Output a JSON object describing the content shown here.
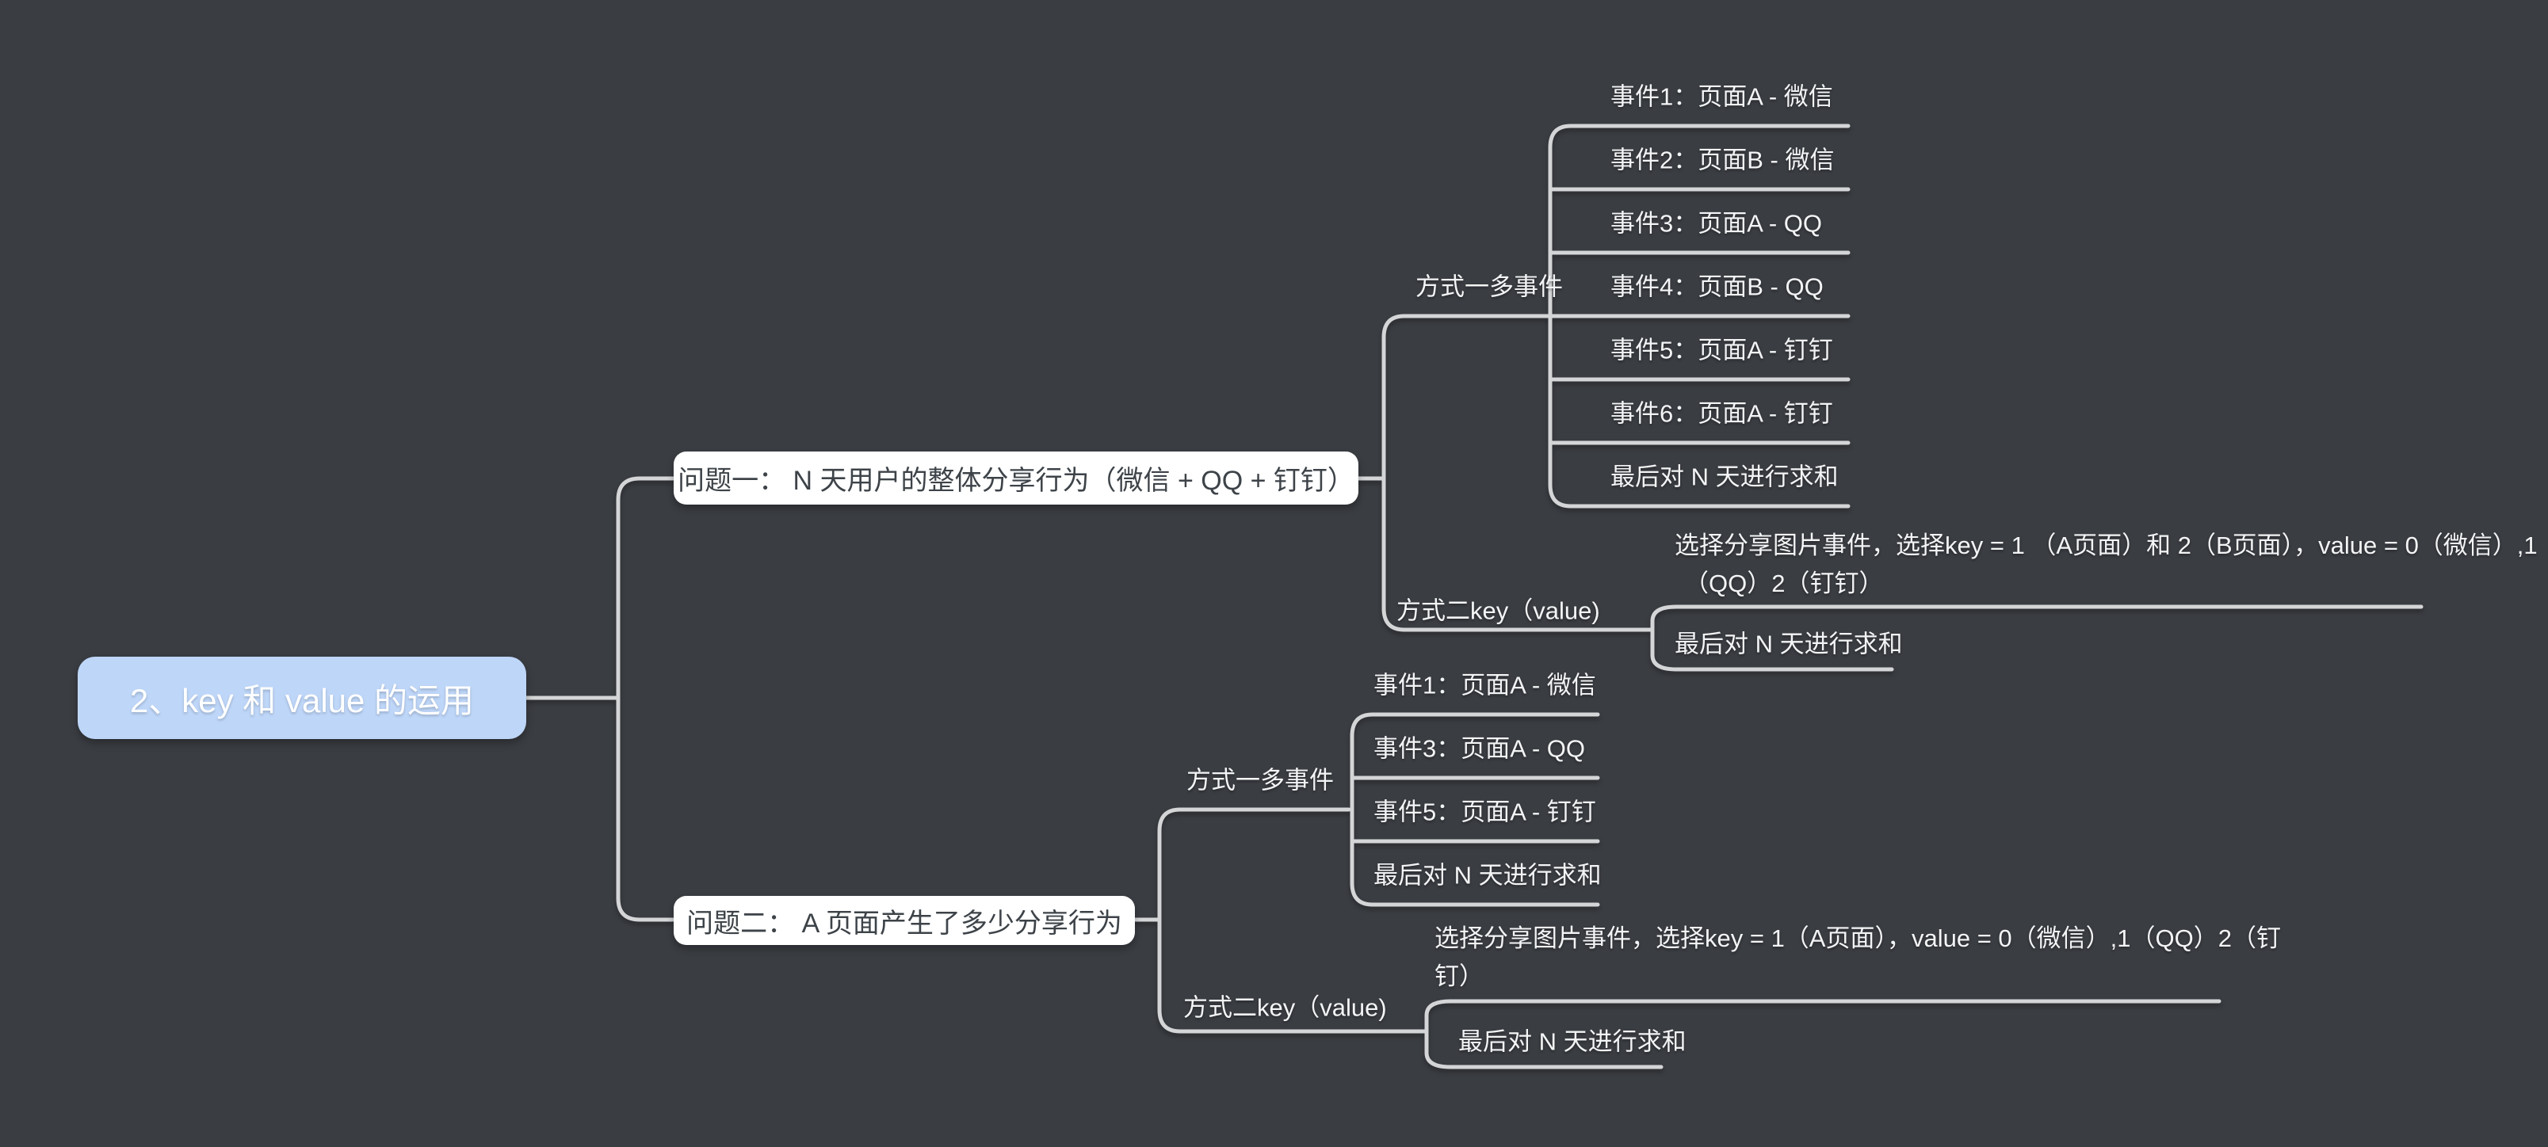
{
  "canvas": {
    "background": "#3a3d42",
    "connector_color": "#d4d5d6",
    "root_fill": "#bed6f8",
    "root_text_color": "#ffffff",
    "box_fill": "#ffffff",
    "box_text_color": "#3d4348",
    "node_text_color": "#f3f4f5"
  },
  "root": {
    "label": "2、key 和 value 的运用"
  },
  "problem1": {
    "label": "问题一： N 天用户的整体分享行为（微信 + QQ + 钉钉）",
    "method1": {
      "label": "方式一多事件",
      "events": [
        "事件1：页面A - 微信",
        "事件2：页面B - 微信",
        "事件3：页面A - QQ",
        "事件4：页面B - QQ",
        "事件5：页面A - 钉钉",
        "事件6：页面A - 钉钉",
        "最后对 N 天进行求和"
      ]
    },
    "method2": {
      "label": "方式二key（value)",
      "note_line1": "选择分享图片事件，选择key = 1 （A页面）和 2（B页面），value = 0（微信）,1",
      "note_line2": "（QQ）2（钉钉）",
      "sum": "最后对 N 天进行求和"
    }
  },
  "problem2": {
    "label": "问题二： A 页面产生了多少分享行为",
    "method1": {
      "label": "方式一多事件",
      "events": [
        "事件1：页面A - 微信",
        "事件3：页面A - QQ",
        "事件5：页面A - 钉钉",
        "最后对 N 天进行求和"
      ]
    },
    "method2": {
      "label": "方式二key（value)",
      "note_line1": "选择分享图片事件，选择key = 1（A页面），value = 0（微信）,1（QQ）2（钉",
      "note_line2": "钉）",
      "sum": "最后对 N 天进行求和"
    }
  }
}
